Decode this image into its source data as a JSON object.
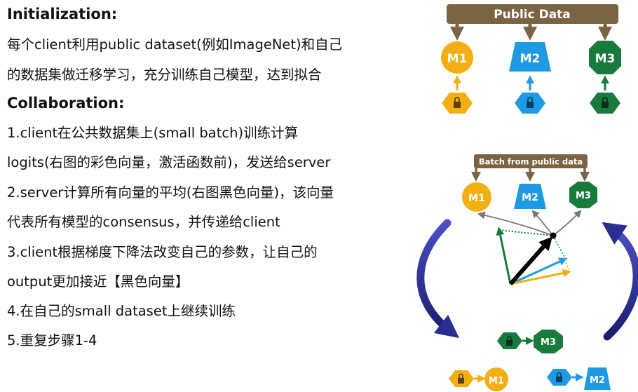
{
  "text": {
    "init_heading": "Initialization:",
    "init_line1": "每个client利用public dataset(例如ImageNet)和自己",
    "init_line2": "的数据集做迁移学习，充分训练自己模型，达到拟合",
    "collab_heading": "Collaboration:",
    "step1_line1": "1.client在公共数据集上(small batch)训练计算",
    "step1_line2": "logits(右图的彩色向量，激活函数前)，发送给server",
    "step2_line1": "2.server计算所有向量的平均(右图黑色向量)，该向量",
    "step2_line2": "代表所有模型的consensus，并传递给client",
    "step3_line1": "3.client根据梯度下降法改变自己的参数，让自己的",
    "step3_line2": "output更加接近【黑色向量】",
    "step4": "4.在自己的small dataset上继续训练",
    "step5": "5.重复步骤1-4"
  },
  "diagram_top": {
    "banner": "Public Data",
    "models": [
      "M1",
      "M2",
      "M3"
    ]
  },
  "diagram_bottom": {
    "banner": "Batch from public data",
    "models": [
      "M1",
      "M2",
      "M3"
    ],
    "bottom_models": [
      "M3",
      "M1",
      "M2"
    ]
  },
  "colors": {
    "m1": "#f3ae14",
    "m2": "#1e9ae3",
    "m3": "#187a3c",
    "banner": "#7b6444",
    "arc": "#2b2d8f"
  }
}
